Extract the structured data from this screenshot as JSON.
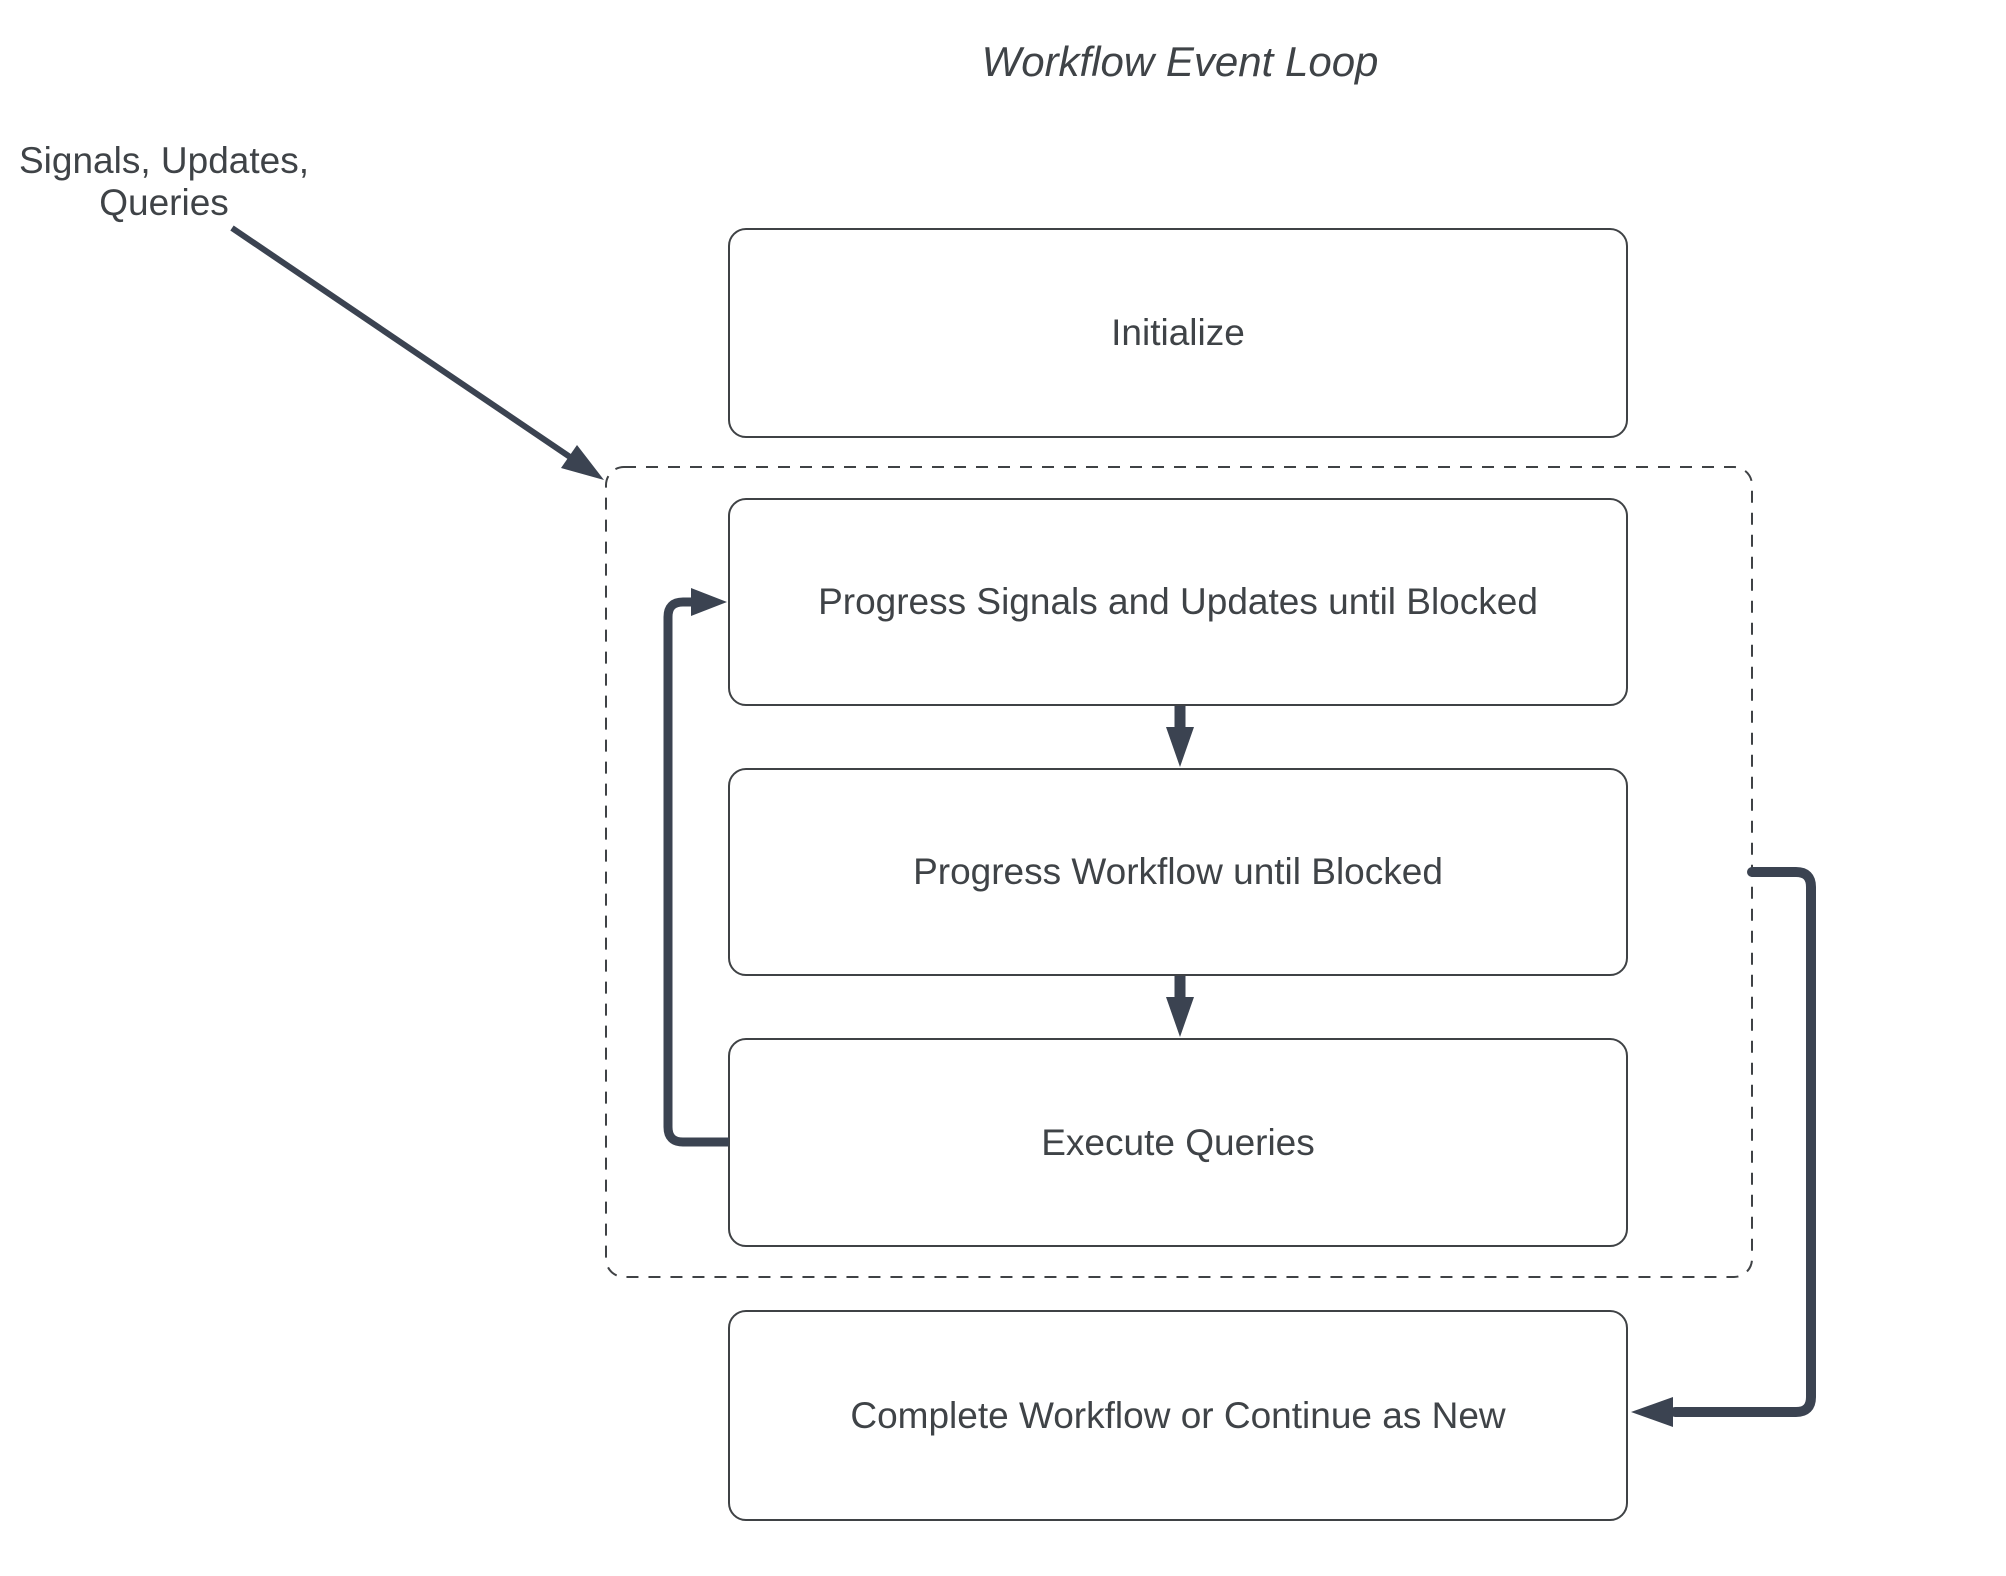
{
  "diagram": {
    "title": "Workflow Event Loop",
    "external_input": {
      "label": "Signals, Updates, Queries"
    },
    "nodes": [
      {
        "id": "initialize",
        "label": "Initialize"
      },
      {
        "id": "progress-signals",
        "label": "Progress Signals and Updates until Blocked"
      },
      {
        "id": "progress-workflow",
        "label": "Progress Workflow until Blocked"
      },
      {
        "id": "execute-queries",
        "label": "Execute Queries"
      },
      {
        "id": "complete-workflow",
        "label": "Complete Workflow or Continue as New"
      }
    ],
    "loop_group": {
      "style": "dashed-rounded-rect",
      "members": [
        "progress-signals",
        "progress-workflow",
        "execute-queries"
      ]
    },
    "edges": [
      {
        "from": "external-input",
        "to": "loop-group",
        "kind": "input"
      },
      {
        "from": "progress-signals",
        "to": "progress-workflow",
        "kind": "flow"
      },
      {
        "from": "progress-workflow",
        "to": "execute-queries",
        "kind": "flow"
      },
      {
        "from": "execute-queries",
        "to": "progress-signals",
        "kind": "loop-back"
      },
      {
        "from": "loop-group",
        "to": "complete-workflow",
        "kind": "exit"
      }
    ],
    "colors": {
      "background": "#ffffff",
      "node_border": "#3f4245",
      "dashed_border": "#3f4245",
      "arrow": "#3b4351",
      "text": "#3f4347"
    }
  }
}
